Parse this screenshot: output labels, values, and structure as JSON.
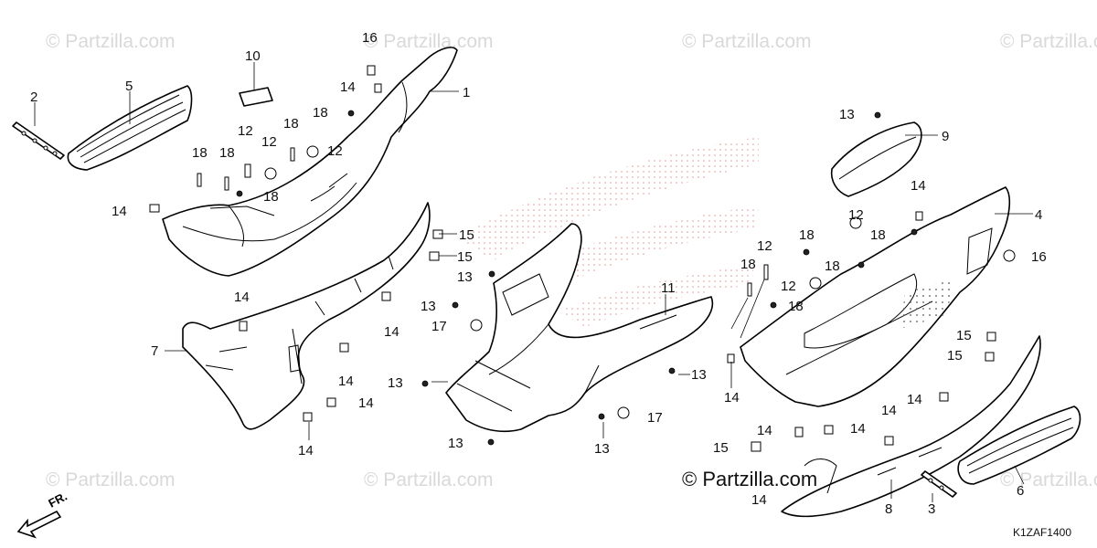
{
  "watermarks": [
    "© Partzilla.com",
    "© Partzilla.com",
    "© Partzilla.com",
    "© Partzilla.com",
    "© Partzilla.com",
    "© Partzilla.com",
    "© Partzilla.com"
  ],
  "copyright": "© Partzilla.com",
  "diagram_code": "K1ZAF1400",
  "direction_label": "FR.",
  "callouts": [
    "1",
    "2",
    "3",
    "4",
    "5",
    "6",
    "7",
    "8",
    "9",
    "10",
    "11",
    "12",
    "13",
    "14",
    "15",
    "16",
    "17",
    "18"
  ]
}
